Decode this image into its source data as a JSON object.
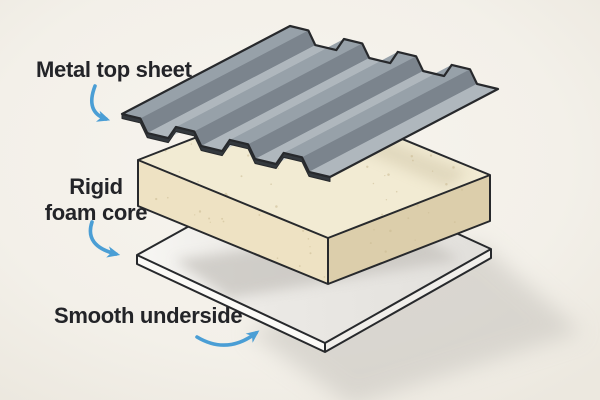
{
  "diagram": {
    "label_metal_top_sheet": "Metal top sheet",
    "label_core_line1": "Rigid",
    "label_core_line2": "foam core",
    "label_smooth_underside": "Smooth underside"
  },
  "colors": {
    "background_center": "#f7f4ee",
    "background_edge": "#ece8df",
    "label_text": "#232428",
    "arrow": "#4a9ed5",
    "metal_ridge": "#97a1a9",
    "metal_flank_dark": "#7b848d",
    "metal_valley": "#afb7bd",
    "metal_highlight": "#cdd3d6",
    "metal_edge": "#34393e",
    "outline": "#27292c",
    "foam_top": "#f2ebd3",
    "foam_front": "#eee2c3",
    "foam_side": "#dcceab",
    "foam_speckle": "#cbbb92",
    "plate_top_light": "#f6f5f2",
    "plate_top_dark": "#e2e0dc",
    "plate_front": "#fbfaf7",
    "plate_side": "#f1efeb",
    "shadow": "#c9c6c0"
  }
}
